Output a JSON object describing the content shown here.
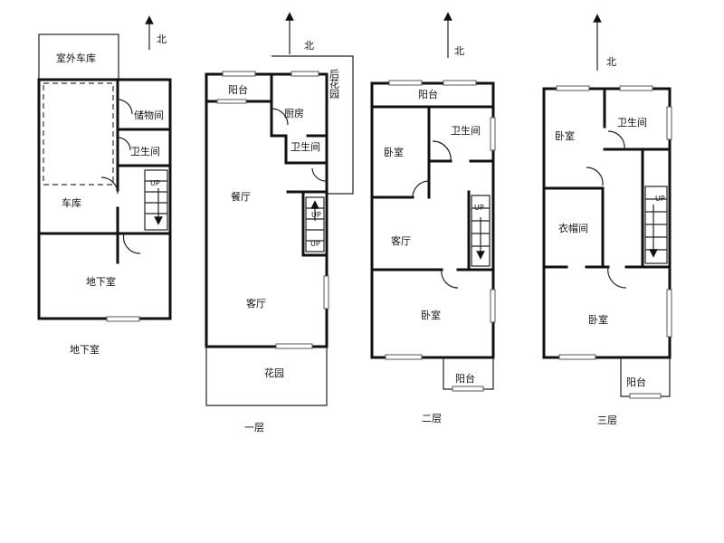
{
  "north": "北",
  "up": "UP",
  "basement": {
    "outdoor_garage": "室外车库",
    "storage": "储物间",
    "bathroom": "卫生间",
    "garage": "车库",
    "basement_room": "地下室",
    "caption": "地下室"
  },
  "floor1": {
    "balcony": "阳台",
    "kitchen": "厨房",
    "back_garden": "后花园",
    "bathroom": "卫生间",
    "dining": "餐厅",
    "living": "客厅",
    "garden": "花园",
    "caption": "一层"
  },
  "floor2": {
    "balcony_top": "阳台",
    "bedroom_left": "卧室",
    "bathroom": "卫生间",
    "living": "客厅",
    "bedroom_main": "卧室",
    "balcony_bottom": "阳台",
    "caption": "二层"
  },
  "floor3": {
    "bedroom_top": "卧室",
    "bathroom": "卫生间",
    "closet": "衣帽间",
    "bedroom_main": "卧室",
    "balcony": "阳台",
    "caption": "三层"
  }
}
